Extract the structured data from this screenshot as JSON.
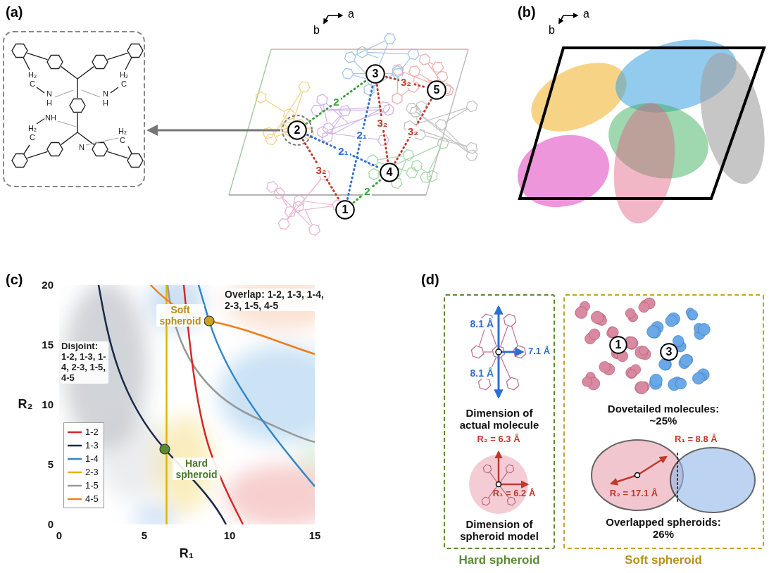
{
  "diagram": {
    "nodes": [
      {
        "text": [
          "1"
        ]
      },
      {
        "text": [
          "2"
        ]
      },
      {
        "text": [
          "3"
        ]
      },
      {
        "text": [
          "4"
        ]
      },
      {
        "text": [
          "5"
        ]
      },
      {
        "text": [
          "Dimension of actual molecule",
          "Dimension of spheroid model",
          "Hard spheroid"
        ]
      },
      {
        "text": [
          "Dovetailed molecules: ~25%",
          "Overlapped spheroids: 26%",
          "Soft spheroid"
        ]
      },
      {
        "text": [
          "1"
        ],
        "in": 6
      },
      {
        "text": [
          "3"
        ],
        "in": 6
      }
    ],
    "edges": [
      {
        "from": 1,
        "to": 2,
        "label": "2",
        "arrow": "none"
      },
      {
        "from": 0,
        "to": 2,
        "label": "2₁",
        "arrow": "none"
      },
      {
        "from": 1,
        "to": 3,
        "label": "2₁",
        "arrow": "none"
      },
      {
        "from": 2,
        "to": 3,
        "label": "3₂",
        "arrow": "none"
      },
      {
        "from": 2,
        "to": 4,
        "label": "3₂",
        "arrow": "none"
      },
      {
        "from": 3,
        "to": 4,
        "label": "3₂",
        "arrow": "none"
      },
      {
        "from": 1,
        "to": 0,
        "label": "3₂",
        "arrow": "none"
      },
      {
        "from": 0,
        "to": 3,
        "label": "2",
        "arrow": "none"
      }
    ],
    "labels": [
      "(a)",
      "a",
      "b",
      "(b)",
      "a",
      "b",
      "H₂",
      "C",
      "N",
      "H",
      "N",
      "H",
      "H₂",
      "C",
      "H₂",
      "C",
      "NH",
      "N",
      "H₂",
      "C",
      "(c)",
      "(d)",
      "20",
      "15",
      "10",
      "5",
      "0",
      "0",
      "5",
      "10",
      "15",
      "R₂",
      "R₁",
      "Overlap: 1-2, 1-3, 1-4, 2-3, 1-5, 4-5",
      "Soft spheroid",
      "Disjoint: 1-2, 1-3, 1-4, 2-3, 1-5, 4-5",
      "Hard spheroid",
      "8.1 Å",
      "8.1 Å",
      "7.1 Å",
      "R₂ = 6.3 Å",
      "R₁ = 6.2 Å",
      "R₁ = 8.8 Å",
      "R₂ = 17.1 Å"
    ],
    "legend": [
      {
        "text": "1-2"
      },
      {
        "text": "1-3"
      },
      {
        "text": "1-4"
      },
      {
        "text": "2-3"
      },
      {
        "text": "1-5"
      },
      {
        "text": "4-5"
      }
    ]
  }
}
